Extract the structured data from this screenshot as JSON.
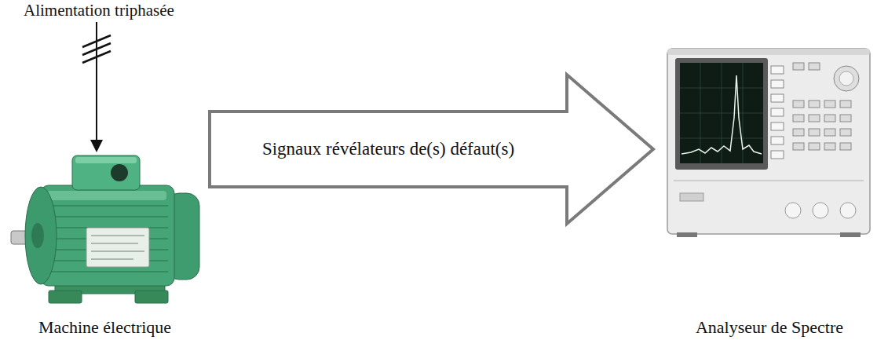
{
  "diagram": {
    "nodes": [
      {
        "text": [
          "Machine électrique"
        ]
      },
      {
        "text": [
          "Analyseur de Spectre"
        ]
      }
    ],
    "edges": [
      {
        "from": 0,
        "to": 1,
        "arrow": "to",
        "label": "Signaux révélateurs de(s) défaut(s)"
      }
    ],
    "labels": [
      "Alimentation triphasée"
    ]
  }
}
